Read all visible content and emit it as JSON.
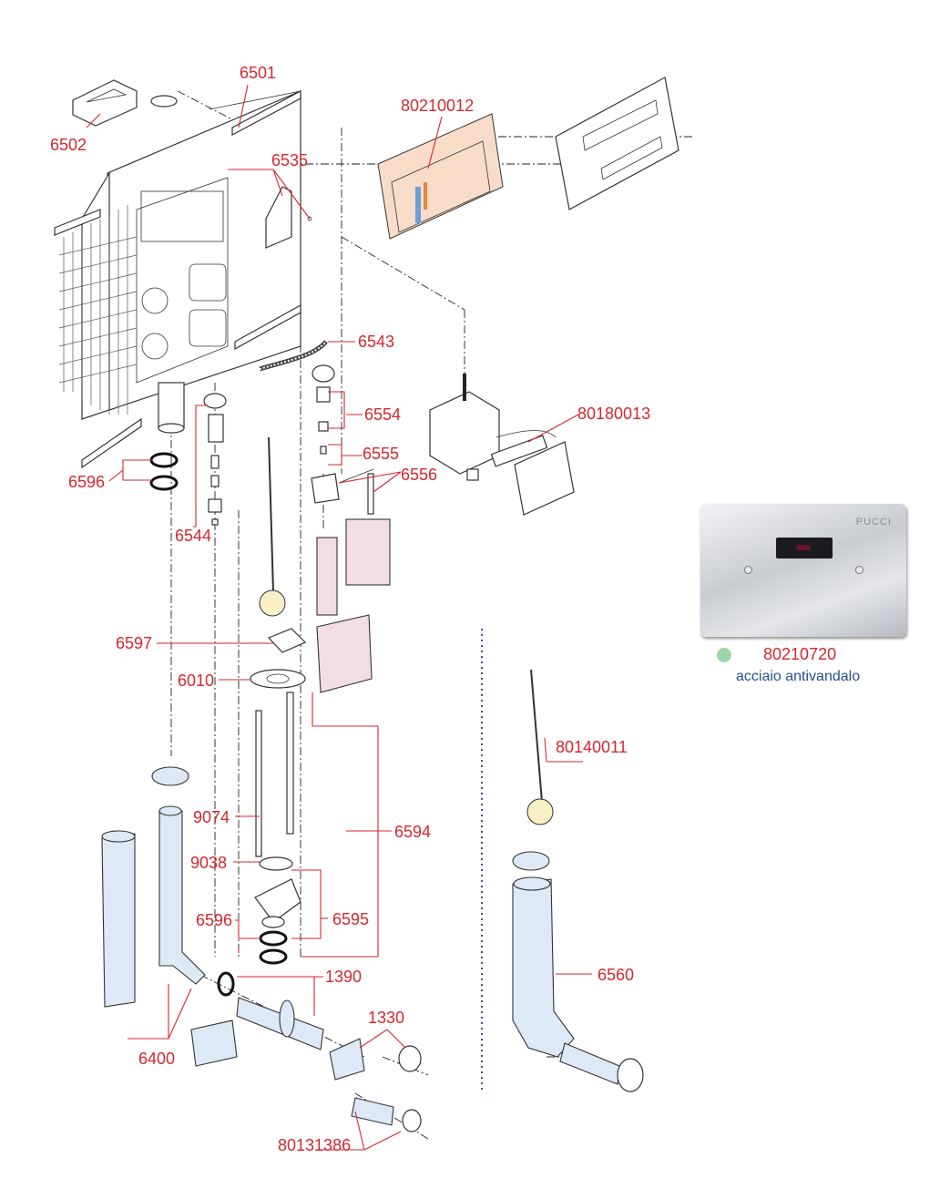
{
  "colors": {
    "label_red": "#d6262f",
    "variant_dot_green": "#9dd6a9",
    "variant_text_blue": "#2a4d8f",
    "tube_blue": "#dde9f6",
    "box_pink": "#f2dde3",
    "plate_peach": "#f8dcc8"
  },
  "labels": {
    "p6501": "6501",
    "p6502": "6502",
    "p80210012": "80210012",
    "p6535": "6535",
    "p6543": "6543",
    "p6554": "6554",
    "p80180013": "80180013",
    "p6555": "6555",
    "p6556": "6556",
    "p6596a": "6596",
    "p6544": "6544",
    "p6597": "6597",
    "p6010": "6010",
    "p80140011": "80140011",
    "p9074": "9074",
    "p6594": "6594",
    "p9038": "9038",
    "p6595": "6595",
    "p6596b": "6596",
    "p1390": "1390",
    "p6560": "6560",
    "p1330": "1330",
    "p6400": "6400",
    "p80131386": "80131386"
  },
  "variant": {
    "brand": "PUCCI",
    "code": "80210720",
    "description": "acciaio antivandalo",
    "icons": [
      "sensor-window-icon",
      "screw-icon"
    ]
  }
}
